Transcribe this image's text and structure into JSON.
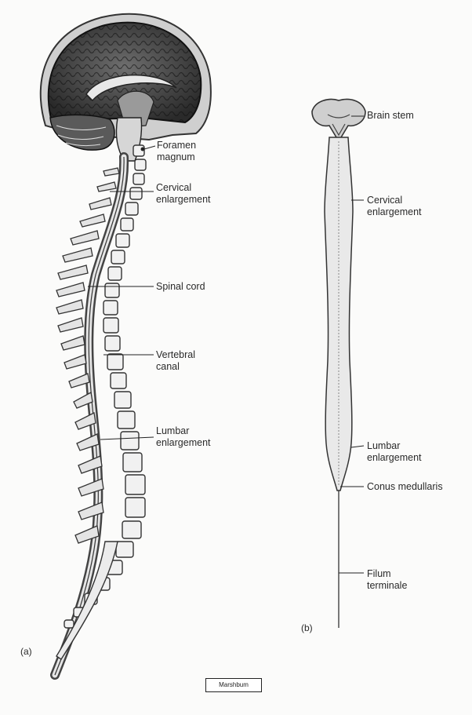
{
  "labels_a": {
    "foramen_magnum": [
      "Foramen",
      "magnum"
    ],
    "cervical_enlargement": [
      "Cervical",
      "enlargement"
    ],
    "spinal_cord": [
      "Spinal cord"
    ],
    "vertebral_canal": [
      "Vertebral",
      "canal"
    ],
    "lumbar_enlargement": [
      "Lumbar",
      "enlargement"
    ]
  },
  "labels_b": {
    "brain_stem": [
      "Brain stem"
    ],
    "cervical_enlargement": [
      "Cervical",
      "enlargement"
    ],
    "lumbar_enlargement": [
      "Lumbar",
      "enlargement"
    ],
    "conus_medullaris": [
      "Conus medullaris"
    ],
    "filum_terminale": [
      "Filum",
      "terminale"
    ]
  },
  "panel_a": "(a)",
  "panel_b": "(b)",
  "credit": "Marshbum"
}
